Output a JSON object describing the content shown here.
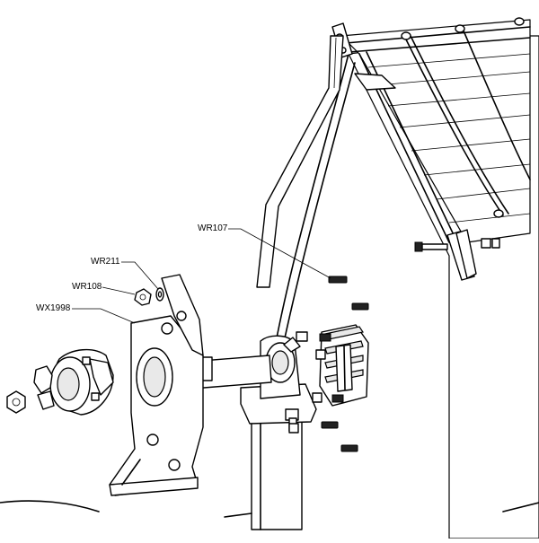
{
  "callouts": [
    {
      "id": "wr107",
      "text": "WR107"
    },
    {
      "id": "wr211",
      "text": "WR211"
    },
    {
      "id": "wr108",
      "text": "WR108"
    },
    {
      "id": "wx1998",
      "text": "WX1998"
    }
  ]
}
